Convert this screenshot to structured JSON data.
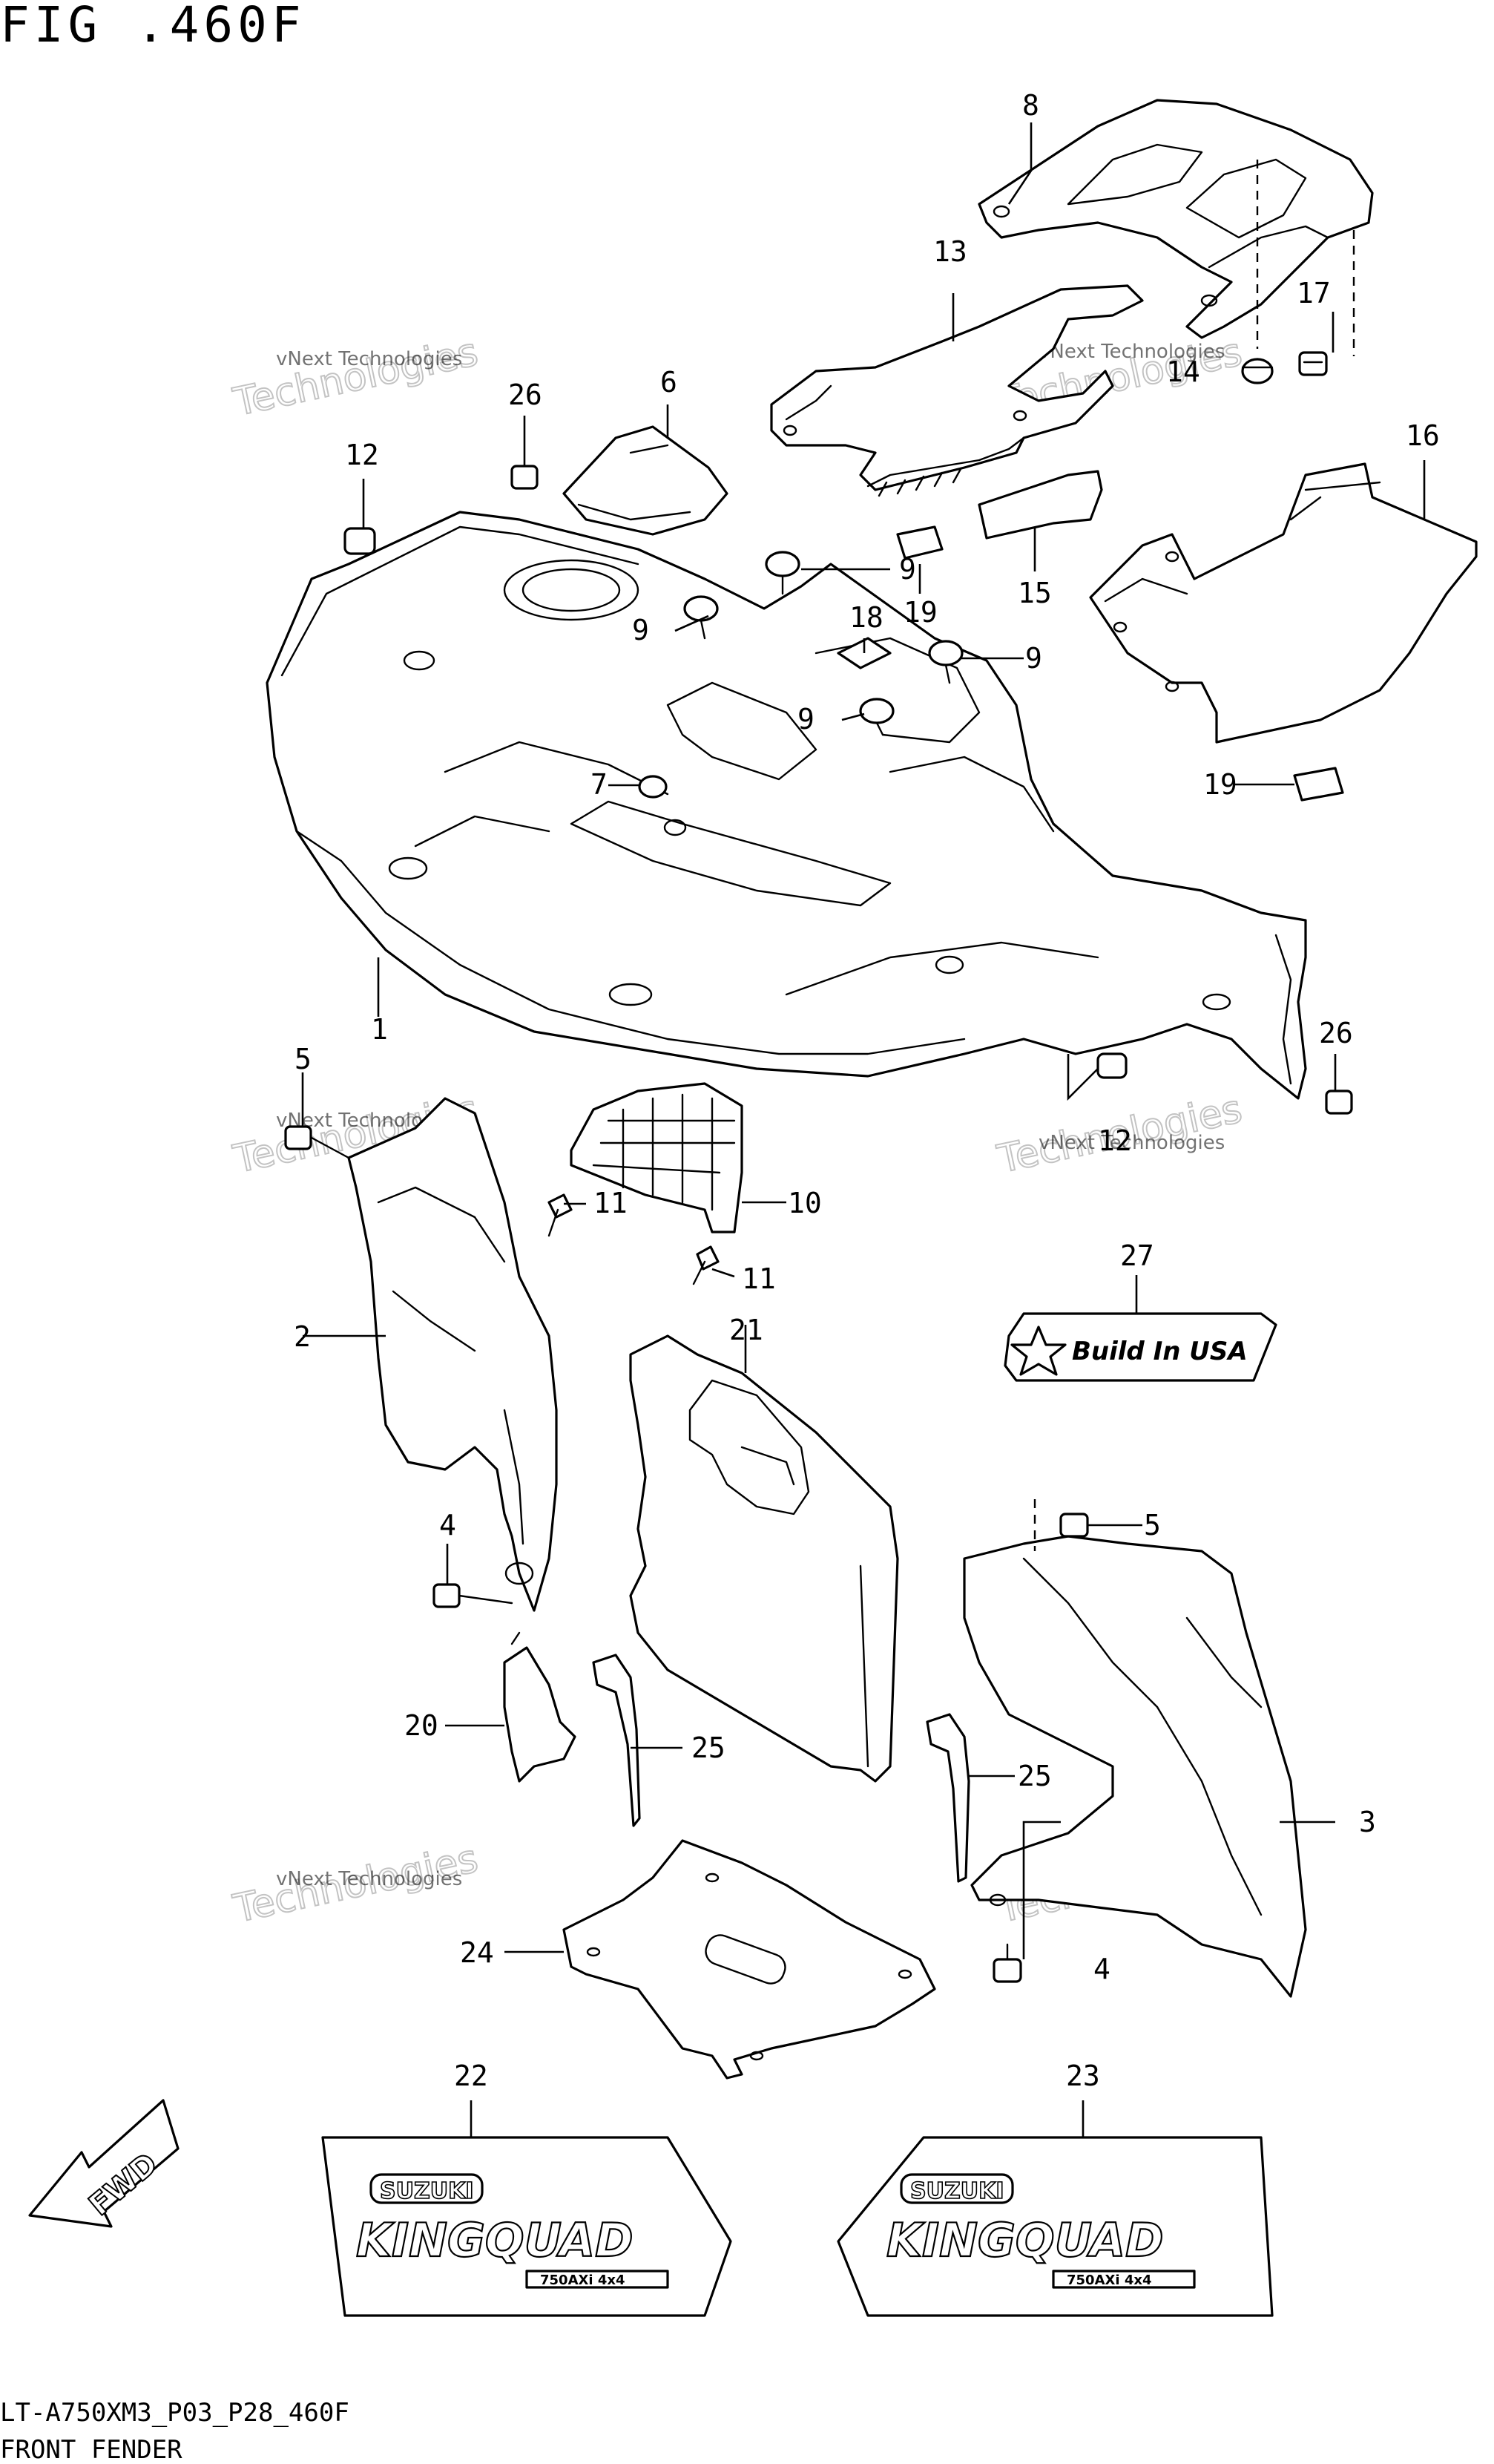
{
  "figure": {
    "title": "FIG .460F",
    "model_code": "LT-A750XM3_P03_P28_460F",
    "caption": "FRONT FENDER"
  },
  "watermark": {
    "line1": "vNext Technologies",
    "line2": "Technologies"
  },
  "decals": {
    "badge_27": "Build In USA",
    "brand": "SUZUKI",
    "model": "KINGQUAD",
    "sub": "750AXi 4x4",
    "direction": "FWD"
  },
  "callouts": [
    "1",
    "2",
    "3",
    "4",
    "4",
    "5",
    "5",
    "6",
    "7",
    "8",
    "9",
    "9",
    "9",
    "9",
    "10",
    "11",
    "11",
    "12",
    "12",
    "13",
    "14",
    "15",
    "16",
    "17",
    "18",
    "19",
    "19",
    "20",
    "21",
    "22",
    "23",
    "24",
    "25",
    "25",
    "26",
    "26",
    "27"
  ],
  "icons": {
    "fwd_arrow": "fwd-arrow-icon",
    "star": "star-icon"
  }
}
